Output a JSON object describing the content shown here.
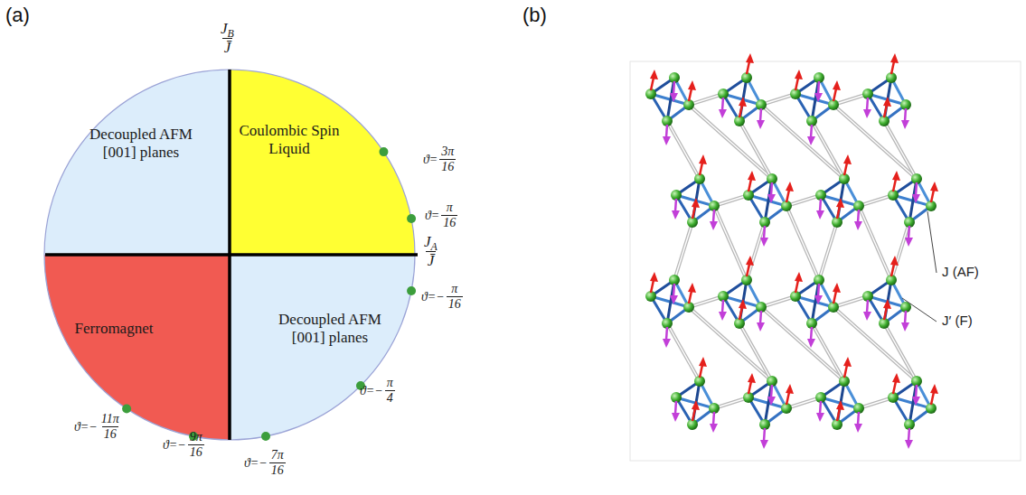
{
  "diagram": {
    "nodes": [
      {
        "text": [
          "Decoupled AFM [001] planes"
        ]
      },
      {
        "text": [
          "Coulombic Spin Liquid"
        ]
      },
      {
        "text": [
          "Ferromagnet"
        ]
      },
      {
        "text": [
          "Decoupled AFM [001] planes"
        ]
      }
    ],
    "labels": [
      "(a)",
      "(b)",
      "J",
      "B",
      "J̄",
      "J",
      "A",
      "J̄",
      "ϑ=",
      "3π",
      "16",
      "ϑ=",
      "π",
      "16",
      "ϑ=−",
      "π",
      "16",
      "ϑ=−",
      "π",
      "4",
      "ϑ=−",
      "7π",
      "16",
      "ϑ=−",
      "9π",
      "16",
      "ϑ=−",
      "11π",
      "16",
      "J (AF)",
      "J′ (F)"
    ]
  }
}
